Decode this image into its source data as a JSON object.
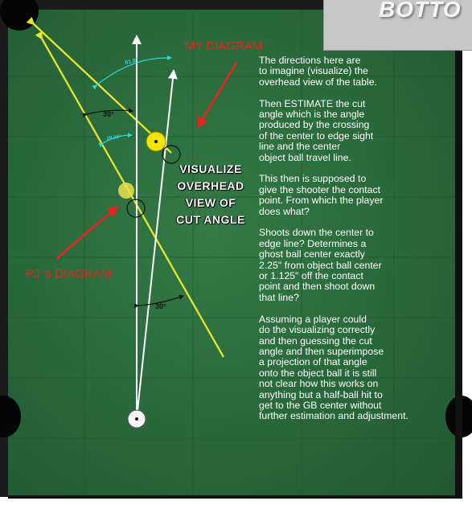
{
  "header": {
    "title": "BOTTO"
  },
  "labels": {
    "my_diagram": "MY DIAGRAM",
    "pj_diagram": "PJ 's DIAGRAM"
  },
  "overlay": {
    "lines": [
      "VISUALIZE",
      "OVERHEAD",
      "VIEW OF",
      "CUT ANGLE"
    ]
  },
  "angles": {
    "top": "61.8°",
    "upper_left": "30°",
    "mid": "29.95°",
    "bottom": "30°"
  },
  "notes": {
    "paragraphs": [
      "The directions here are\nto imagine (visualize) the\noverhead view of the table.",
      "Then ESTIMATE the cut\nangle which is the angle\nproduced by the crossing\nof the center to edge sight\nline and the center\nobject ball travel line.",
      "This then is supposed to\ngive the shooter the contact\npoint.  From which the player\ndoes what?",
      "Shoots down the center to\nedge line?  Determines a\nghost ball center exactly\n2.25\" from object ball center\nor 1.125\" off the contact\npoint and then shoot down\nthat line?",
      "Assuming a player could\ndo the visualizing correctly\nand then guessing the cut\nangle and then superimpose\na projection of that angle\nonto the object ball it is still\nnot clear how this works on\nanything but a half-ball hit to\nget to the GB center without\nfurther estimation and adjustment."
    ]
  },
  "colors": {
    "felt": "#2c6b3d",
    "felt_dark": "#1f5530",
    "rail": "#1b1b1b",
    "yellow_line": "#e6e632",
    "white_line": "#ffffff",
    "cyan_arc": "#2fd6d6",
    "red_label": "#e8241e",
    "object_ball": "#f2e600"
  }
}
